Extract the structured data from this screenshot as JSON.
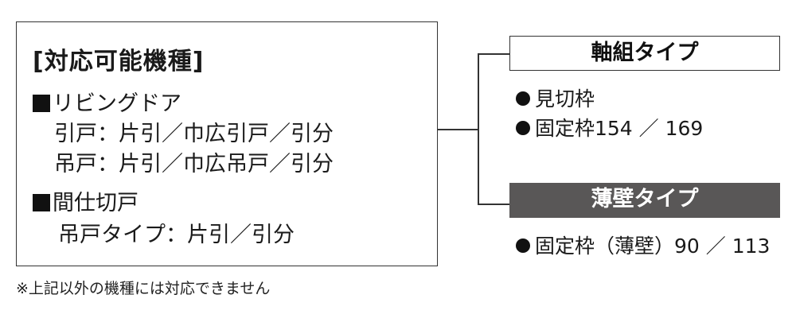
{
  "left_panel": {
    "heading": "[対応可能機種]",
    "sections": [
      {
        "title": "リビングドア",
        "rows": [
          "引戸：片引／巾広引戸／引分",
          "吊戸：片引／巾広吊戸／引分"
        ]
      },
      {
        "title": "間仕切戸",
        "rows": [
          "吊戸タイプ：片引／引分"
        ]
      }
    ]
  },
  "right_panel": {
    "types": [
      {
        "label": "軸組タイプ",
        "items": [
          "見切枠",
          "固定枠154 ／ 169"
        ]
      },
      {
        "label": "薄壁タイプ",
        "items": [
          "固定枠（薄壁）90 ／ 113"
        ]
      }
    ]
  },
  "footnote": "※上記以外の機種には対応できません",
  "colors": {
    "border": "#333333",
    "dark_fill": "#595757",
    "text": "#1a1a1a"
  }
}
